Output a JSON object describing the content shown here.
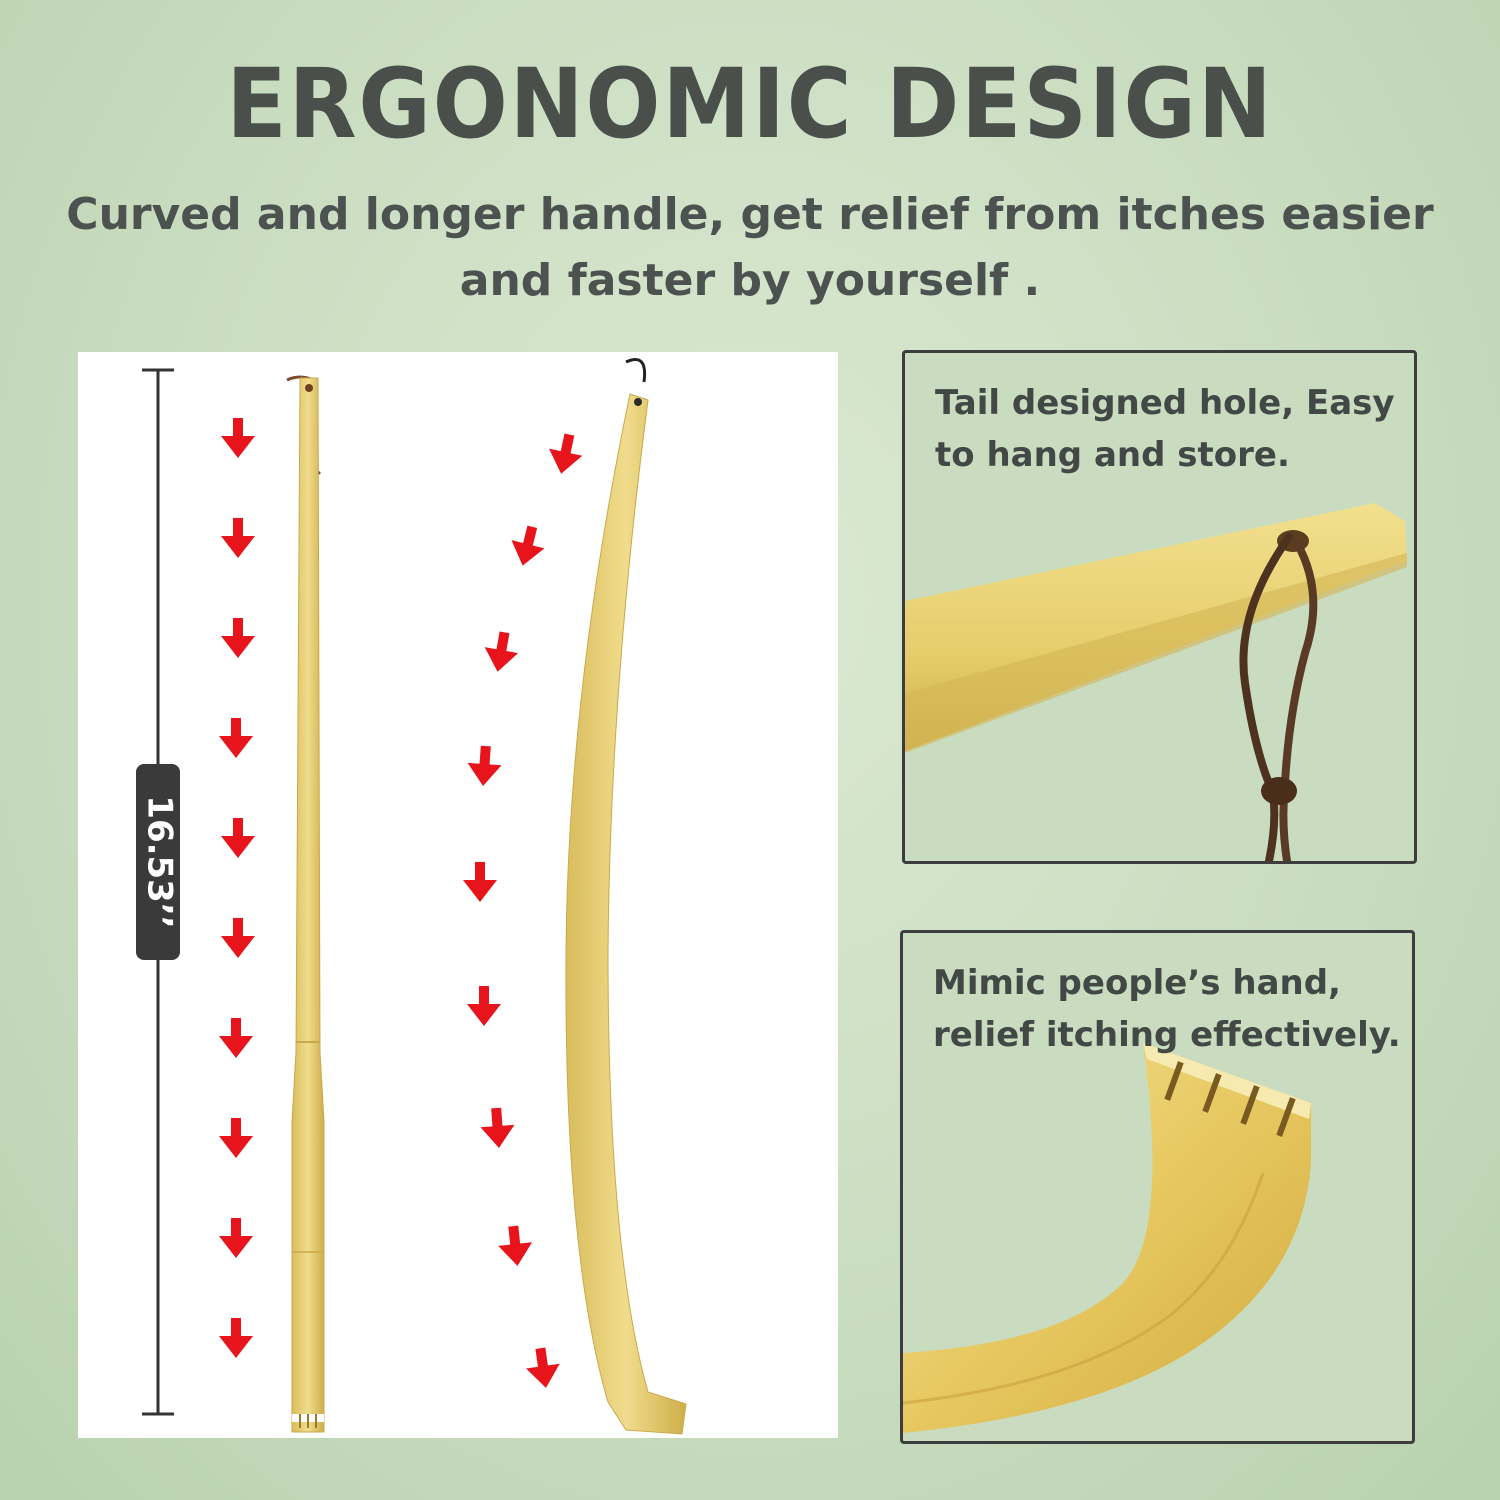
{
  "headline": "ERGONOMIC DESIGN",
  "subheadline": "Curved and longer handle, get relief from itches easier and faster by yourself .",
  "length_label": "16.53’’",
  "hanging_hole": {
    "caption": "Tail designed hole, Easy to hang and store."
  },
  "scratcher_head": {
    "caption": "Mimic people’s hand, relief itching effectively."
  },
  "colors": {
    "arrow": "#e8141b",
    "bamboo": "#e4cc72",
    "text": "#4a4f4b",
    "box_border": "#3d3d3d"
  }
}
